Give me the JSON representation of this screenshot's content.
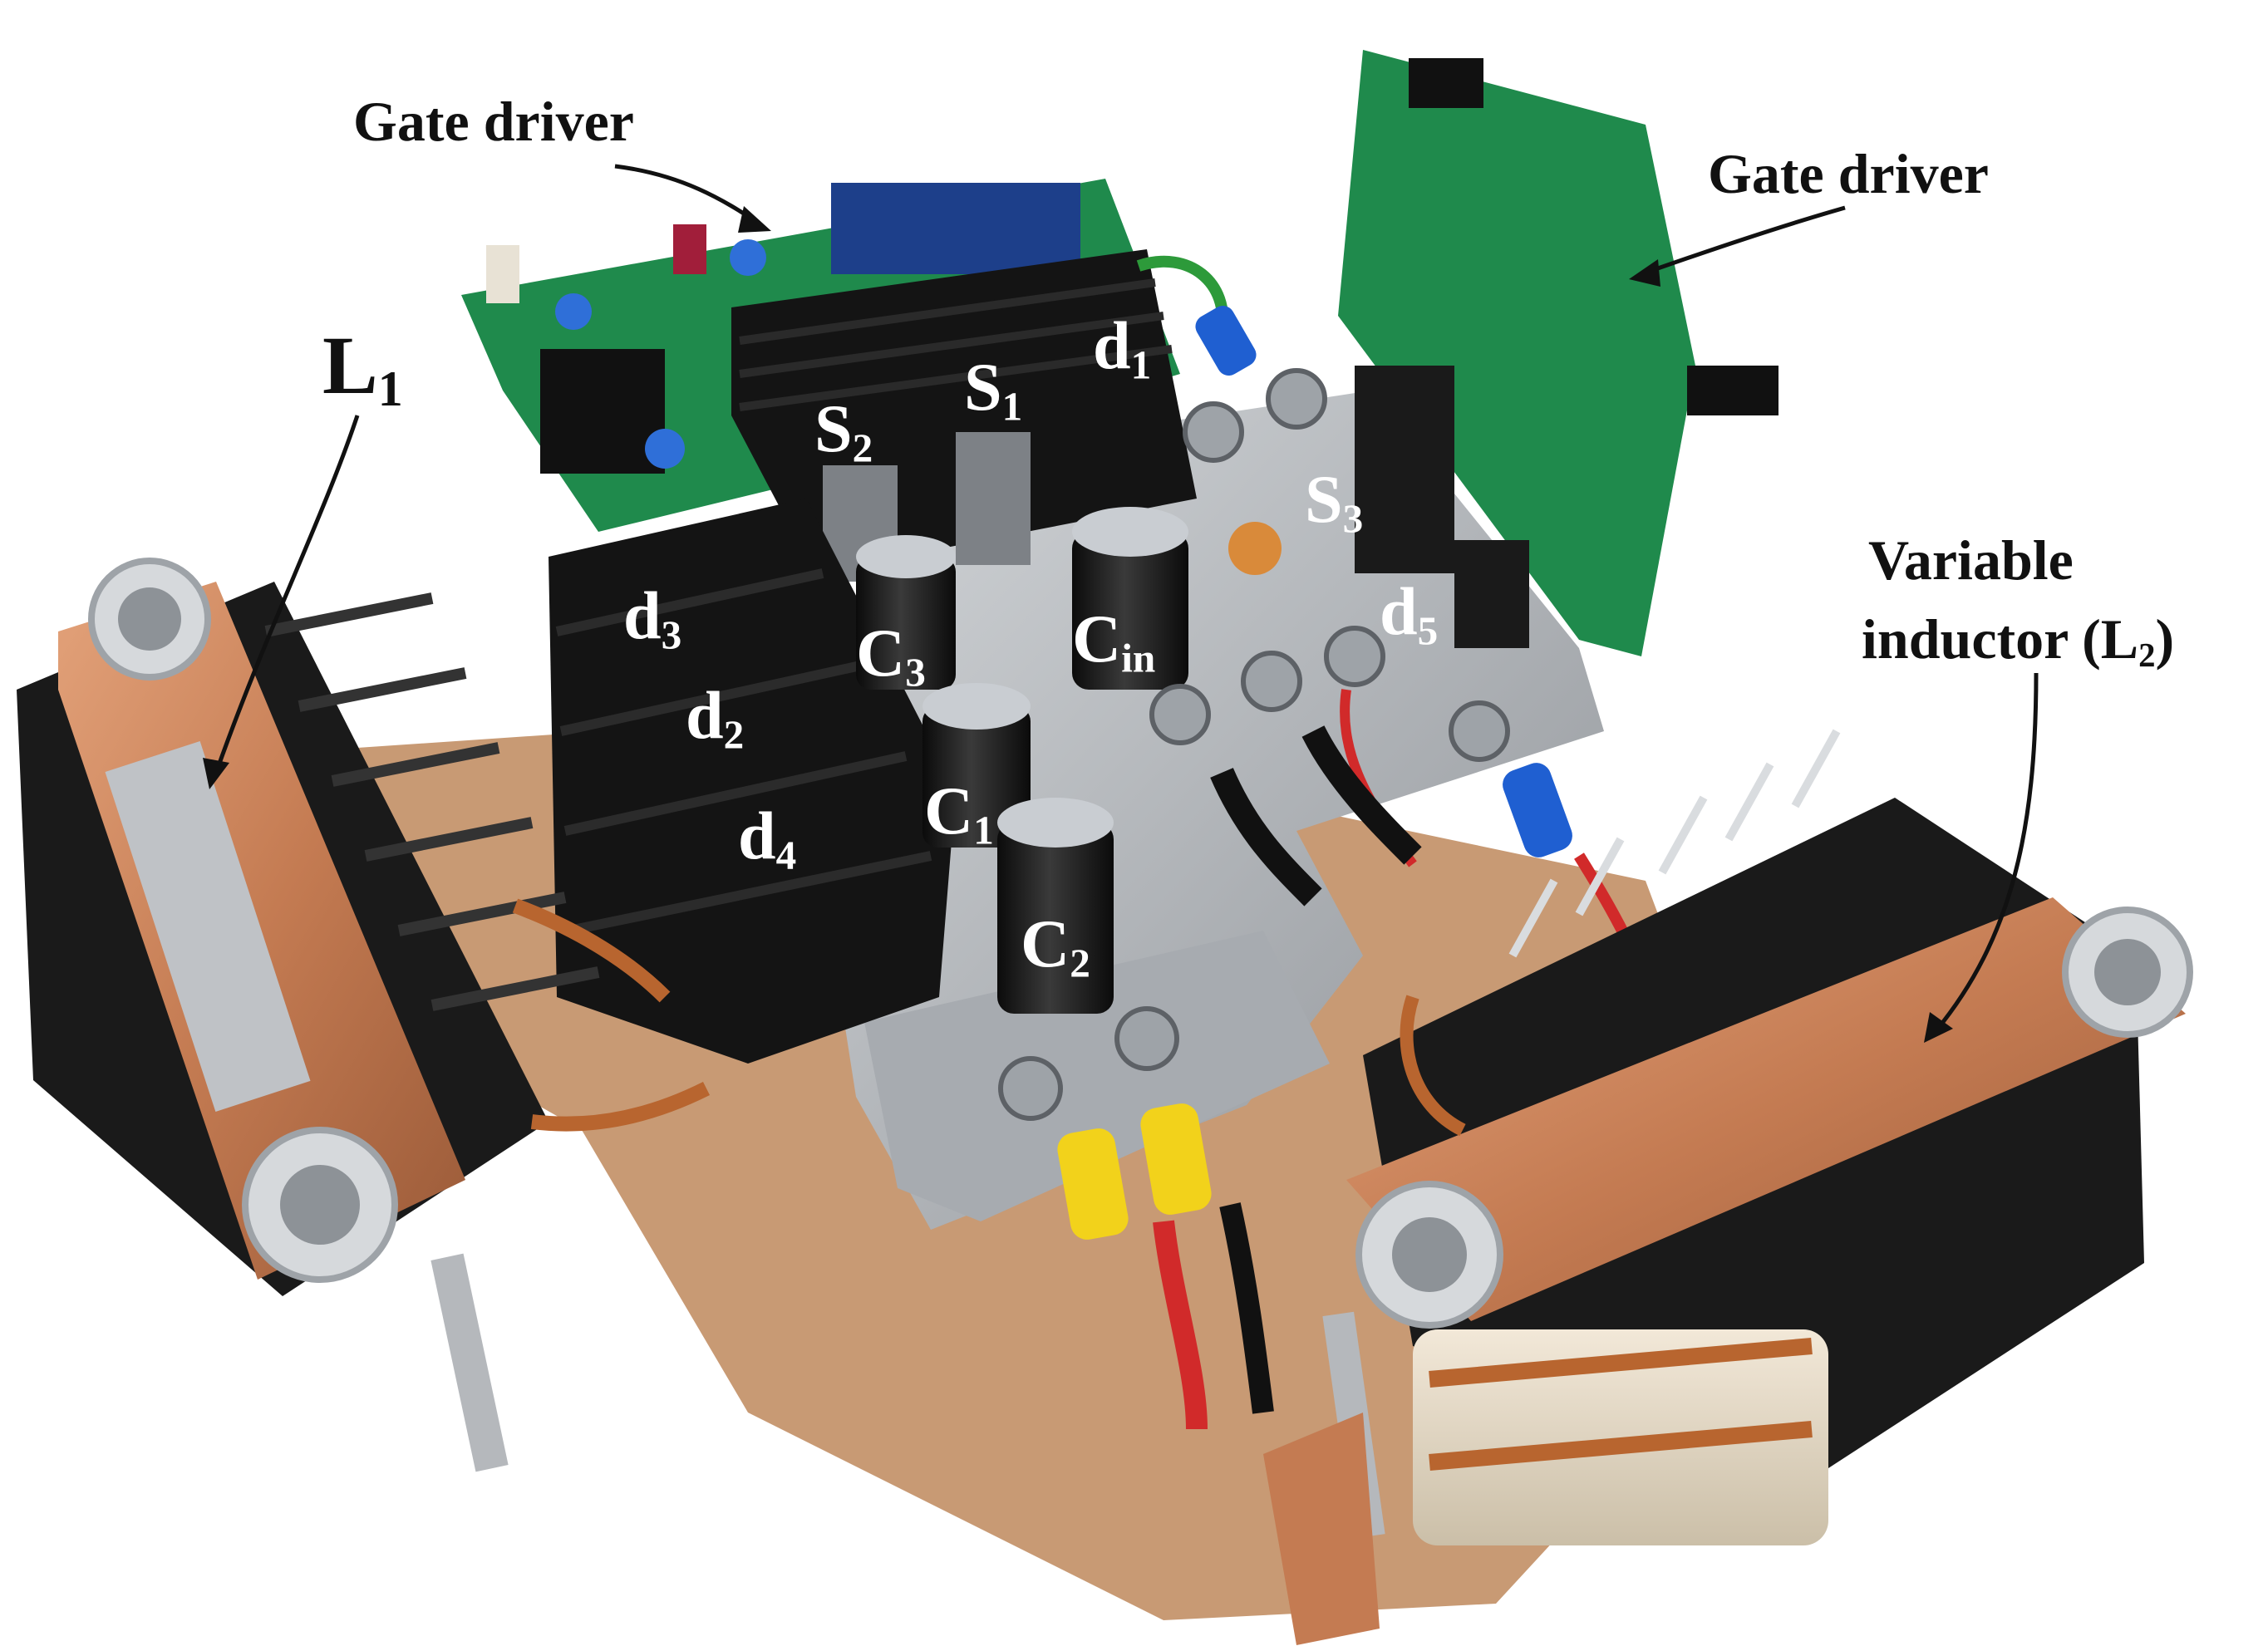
{
  "labels": {
    "gate_driver_left": "Gate driver",
    "gate_driver_right": "Gate driver",
    "variable_inductor_line1": "Variable",
    "variable_inductor_line2": "inductor (L",
    "variable_inductor_sub": "2",
    "variable_inductor_close": ")",
    "l1_main": "L",
    "l1_sub": "1",
    "s1_main": "S",
    "s1_sub": "1",
    "s2_main": "S",
    "s2_sub": "2",
    "s3_main": "S",
    "s3_sub": "3",
    "d1_main": "d",
    "d1_sub": "1",
    "d2_main": "d",
    "d2_sub": "2",
    "d3_main": "d",
    "d3_sub": "3",
    "d4_main": "d",
    "d4_sub": "4",
    "d5_main": "d",
    "d5_sub": "5",
    "c1_main": "C",
    "c1_sub": "1",
    "c2_main": "C",
    "c2_sub": "2",
    "c3_main": "C",
    "c3_sub": "3",
    "cin_main": "C",
    "cin_sub": "in"
  },
  "colors": {
    "pcb_green": "#1f8a4c",
    "heatsink_black": "#141414",
    "copper": "#c47b52",
    "wood": "#c89a74",
    "aluminum": "#b9bcc0",
    "wire_red": "#d12a2a",
    "terminal_yellow": "#f2d21b",
    "terminal_blue": "#1f5fd1"
  }
}
